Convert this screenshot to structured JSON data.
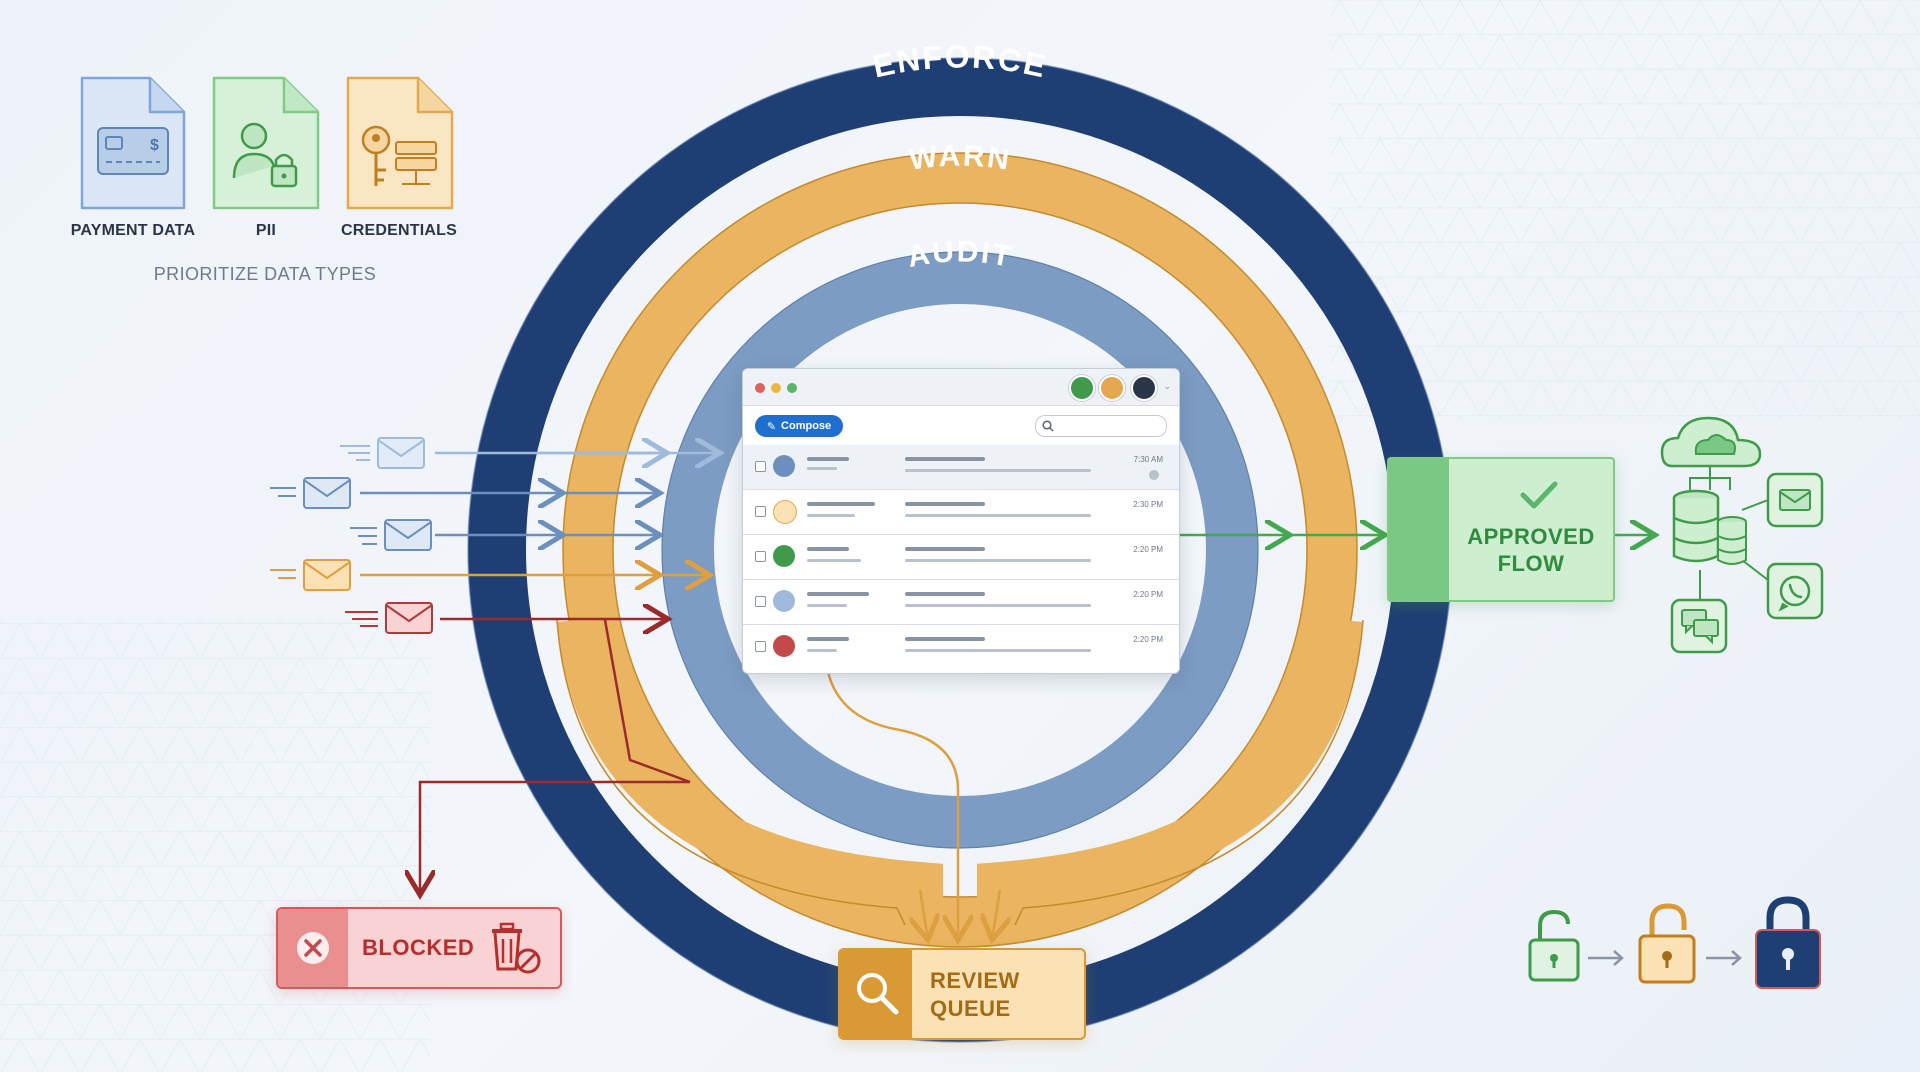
{
  "data_types": {
    "items": [
      {
        "label": "PAYMENT DATA",
        "icon": "credit-card-icon",
        "color": "#7ea6d8"
      },
      {
        "label": "PII",
        "icon": "user-lock-icon",
        "color": "#7fcb85"
      },
      {
        "label": "CREDENTIALS",
        "icon": "key-server-icon",
        "color": "#e3a850"
      }
    ],
    "caption": "PRIORITIZE DATA TYPES"
  },
  "rings": {
    "enforce": {
      "label": "ENFORCE",
      "color": "#1f3f74"
    },
    "warn": {
      "label": "WARN",
      "color": "#ebb461"
    },
    "audit": {
      "label": "AUDIT",
      "color": "#7d9cc3"
    }
  },
  "inbox": {
    "compose_label": "Compose",
    "rows": [
      {
        "time": "7:30 AM"
      },
      {
        "time": "2:30 PM"
      },
      {
        "time": "2:20 PM"
      },
      {
        "time": "2:20 PM"
      },
      {
        "time": "2:20 PM"
      }
    ]
  },
  "outcomes": {
    "approved": {
      "line1": "APPROVED",
      "line2": "FLOW",
      "color": "#2f8c3f"
    },
    "blocked": {
      "label": "BLOCKED",
      "color": "#b52f2f"
    },
    "review": {
      "line1": "REVIEW",
      "line2": "QUEUE",
      "color": "#a46a14"
    }
  },
  "channels": [
    "cloud-icon",
    "database-icon",
    "mail-icon",
    "chat-icon",
    "whatsapp-icon"
  ],
  "lock_progression": [
    "lock-open-green-icon",
    "lock-open-amber-icon",
    "lock-closed-navy-icon"
  ]
}
